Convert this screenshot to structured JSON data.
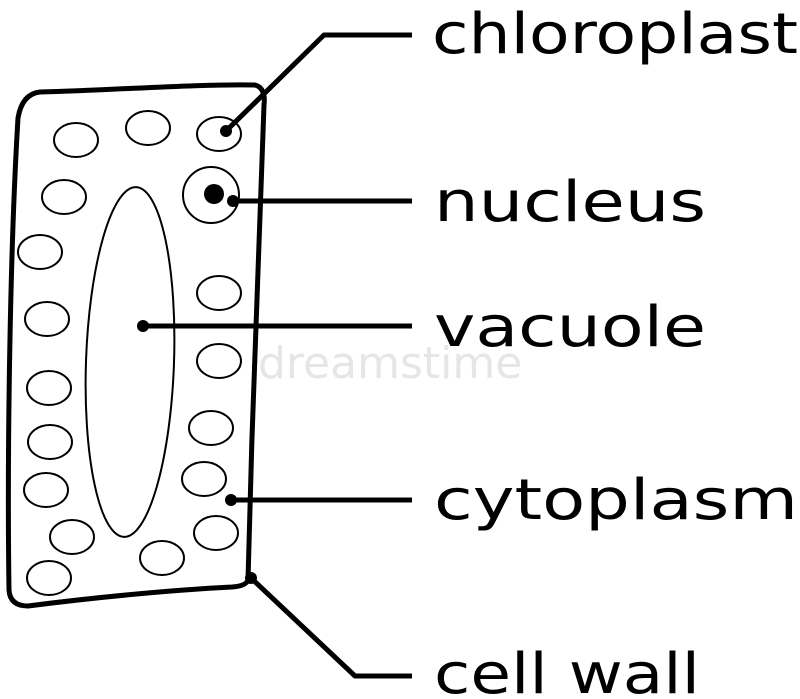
{
  "labels": {
    "chloroplast": "chloroplast",
    "nucleus": "nucleus",
    "vacuole": "vacuole",
    "cytoplasm": "cytoplasm",
    "cell_wall": "cell wall"
  },
  "watermark": "dreamstime",
  "colors": {
    "stroke": "#000000",
    "background": "#ffffff",
    "watermark": "#e6e6e6"
  }
}
